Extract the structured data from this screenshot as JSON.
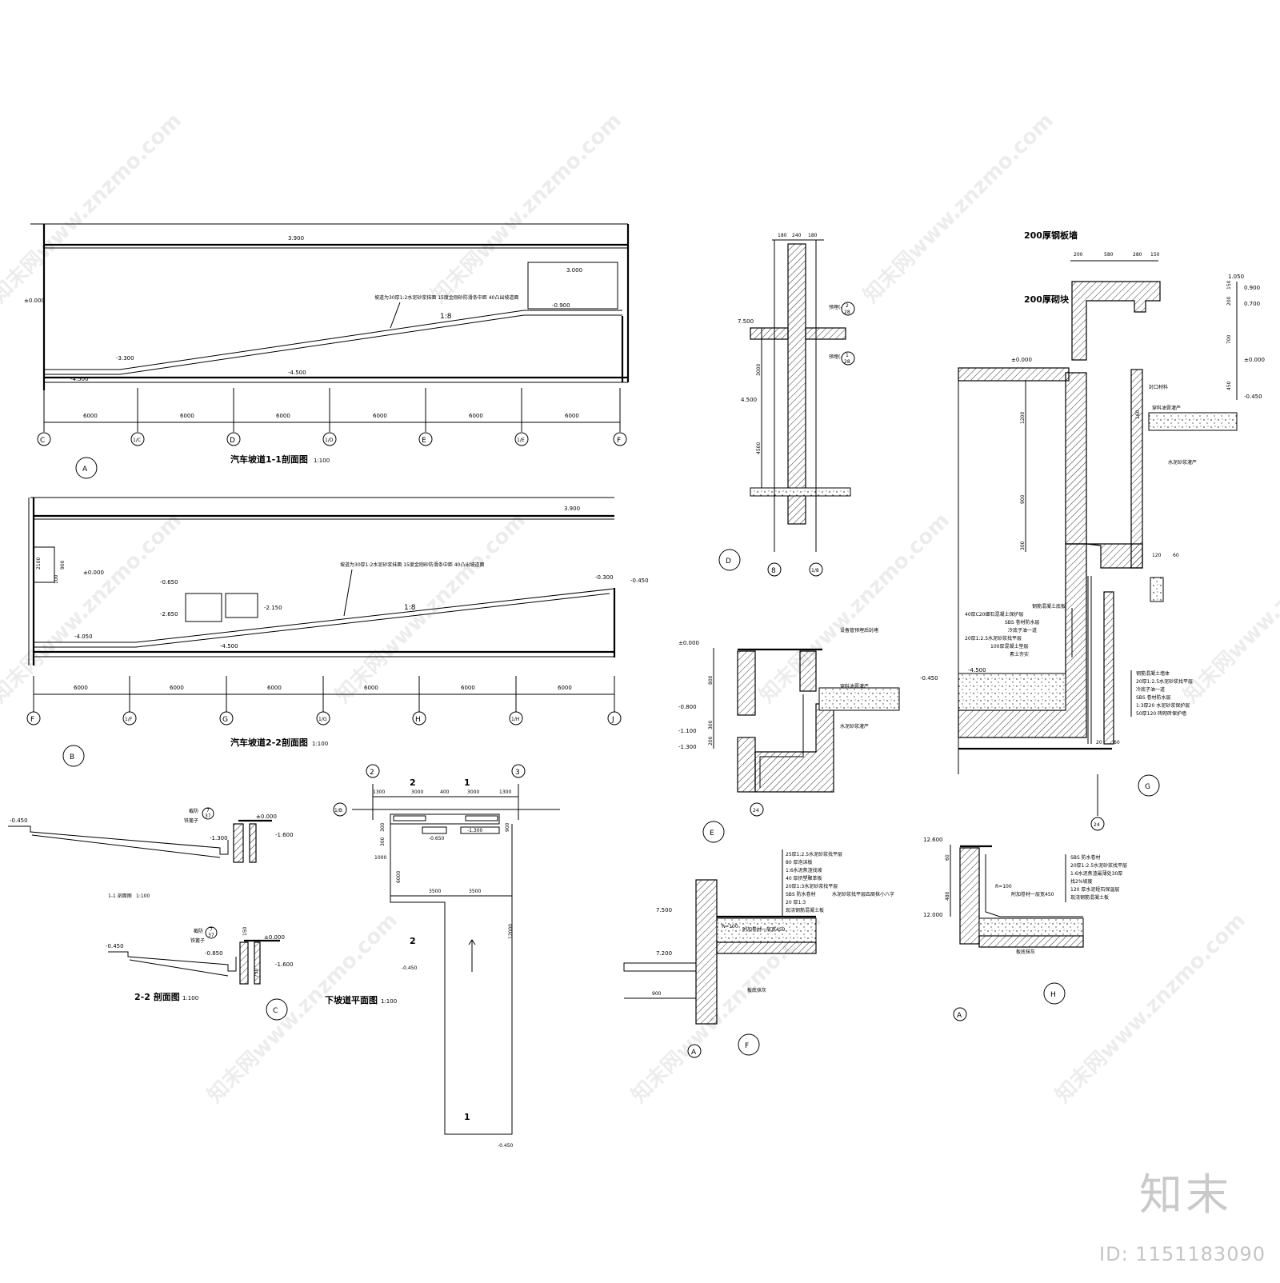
{
  "watermark": {
    "text": "知末网www.znzmo.com",
    "brand": "知末",
    "id_text": "ID: 1151183090"
  },
  "detail_A": {
    "letter": "A",
    "title": "汽车坡道1-1剖面图",
    "scale": "1:100",
    "elevations": [
      "3.900",
      "3.000",
      "-0.900",
      "±0.000",
      "-3.300",
      "-4.500",
      "-4.500"
    ],
    "slope": "1:8",
    "note": "坡道为30厚1:2水泥砂浆抹面 15度金刚砂防滑条中距 40凸出坡道面",
    "dims": [
      "6000",
      "6000",
      "6000",
      "6000",
      "6000",
      "6000"
    ],
    "axes": [
      "C",
      "1/C",
      "D",
      "1/D",
      "E",
      "1/E",
      "F"
    ]
  },
  "detail_B": {
    "letter": "B",
    "title": "汽车坡道2-2剖面图",
    "scale": "1:100",
    "elevations": [
      "3.900",
      "±0.000",
      "-0.650",
      "-2.650",
      "-2.150",
      "-0.300",
      "-0.450",
      "-4.050",
      "-4.500"
    ],
    "slope": "1:8",
    "note": "坡道为30厚1:2水泥砂浆抹面 15度金刚砂防滑条中距 40凸出坡道面",
    "side_dims": [
      "2100",
      "900",
      "100"
    ],
    "dims": [
      "6000",
      "6000",
      "6000",
      "6000",
      "6000",
      "6000"
    ],
    "axes": [
      "F",
      "1/F",
      "G",
      "1/G",
      "H",
      "1/H",
      "J"
    ]
  },
  "detail_C": {
    "letter": "C",
    "sec1": {
      "title": "1-1 剖面图",
      "scale": "1:100",
      "elevations": [
        "-0.450",
        "±0.000",
        "-1.300",
        "-1.600"
      ],
      "labels": [
        "截防",
        "铁篦子"
      ],
      "ref": "7",
      "ref_sheet": "37"
    },
    "sec2": {
      "title": "2-2 剖面图",
      "scale": "1:100",
      "elevations": [
        "-0.450",
        "±0.000",
        "-0.850",
        "-1.600"
      ],
      "labels": [
        "截防",
        "铁篦子"
      ],
      "ref": "7",
      "ref_sheet": "37",
      "dims": [
        "150",
        "750"
      ]
    }
  },
  "plan": {
    "title": "下坡道平面图",
    "scale": "1:100",
    "axes": [
      "2",
      "3",
      "1/B"
    ],
    "cuts": [
      "2",
      "1"
    ],
    "dims_top": [
      "1300",
      "3000",
      "400",
      "3000",
      "1300"
    ],
    "dims_mid": [
      "3500",
      "3500"
    ],
    "dims_side": [
      "300",
      "300",
      "1000",
      "6000",
      "12000",
      "900"
    ],
    "elevations": [
      "-0.650",
      "-1.300",
      "-0.450",
      "-0.450"
    ]
  },
  "detail_D": {
    "letter": "D",
    "dims_top": [
      "180",
      "240",
      "180"
    ],
    "elevations": [
      "7.500",
      "4.500"
    ],
    "dims_side": [
      "3000",
      "4500"
    ],
    "refs": [
      {
        "text": "预埋(-)",
        "num": "2",
        "sheet": "28"
      },
      {
        "text": "预埋(-)",
        "num": "1",
        "sheet": "28"
      }
    ],
    "axes": [
      "8",
      "1/8"
    ]
  },
  "detail_E": {
    "letter": "E",
    "elevations": [
      "±0.000",
      "-0.800",
      "-1.100",
      "-1.300"
    ],
    "dims_side": [
      "800",
      "300",
      "200"
    ],
    "notes": [
      "设备管预埋后封堵",
      "穿料油膏灌严",
      "水泥砂浆灌严"
    ],
    "axis": "24"
  },
  "detail_F": {
    "letter": "F",
    "elevations": [
      "7.500",
      "7.200"
    ],
    "dim": "900",
    "layers": [
      "25厚1:2.5水泥砂浆找平层",
      "80 厚泡沫板",
      "1:6水泥焦渣找坡",
      "40 厚挤塑聚苯板",
      "20厚1:3水泥砂浆找平层",
      "SBS 防水卷材",
      "20 厚1:3",
      "现浇钢筋混凝土板"
    ],
    "extra": [
      "水泥砂浆找平层四周抹小八字",
      "附加卷材一层宽450",
      "R=100",
      "板底抹灰"
    ],
    "axis": "A"
  },
  "detail_G": {
    "letter": "G",
    "labels": [
      "200厚钢板墙",
      "200厚砌块",
      "封口材料",
      "穿料油膏灌严",
      "水泥砂浆灌严"
    ],
    "dims_top": [
      "200",
      "580",
      "280",
      "150"
    ],
    "elevations_right": [
      "1.050",
      "0.900",
      "0.700",
      "±0.000",
      "-0.450"
    ],
    "dims_right": [
      "150",
      "200",
      "700",
      "450"
    ],
    "elevations_left": [
      "±0.000",
      "-4.500",
      "-0.450"
    ],
    "dims_left": [
      "1200",
      "900",
      "300"
    ],
    "small_dims": [
      "120",
      "60",
      "20",
      "60",
      "160"
    ],
    "layers_left": [
      "钢筋混凝土底板",
      "40厚C20细石混凝土保护层",
      "SBS 卷材防水层",
      "冷底子油一道",
      "20厚1:2.5水泥砂浆找平层",
      "100厚混凝土垫层",
      "素土夯实"
    ],
    "layers_right": [
      "钢筋混凝土墙体",
      "20厚1:2.5水泥砂浆找平层",
      "冷底子油一道",
      "SBS 卷材防水层",
      "1:3厚20 水泥砂浆保护层",
      "50厚120 砖砌砖保护墙"
    ],
    "axis": "24"
  },
  "detail_H": {
    "letter": "H",
    "elevations": [
      "12.600",
      "12.000"
    ],
    "dims": [
      "60",
      "480"
    ],
    "layers": [
      "SBS 防水卷材",
      "20厚1:2.5水泥砂浆找平层",
      "1:6水泥焦渣最薄处30厚",
      "找2%坡度",
      "120 厚水泥蛭石保温层",
      "现浇钢筋混凝土板"
    ],
    "extra": [
      "附加卷材一层宽450",
      "R=100",
      "板底抹灰"
    ],
    "axis": "A"
  }
}
